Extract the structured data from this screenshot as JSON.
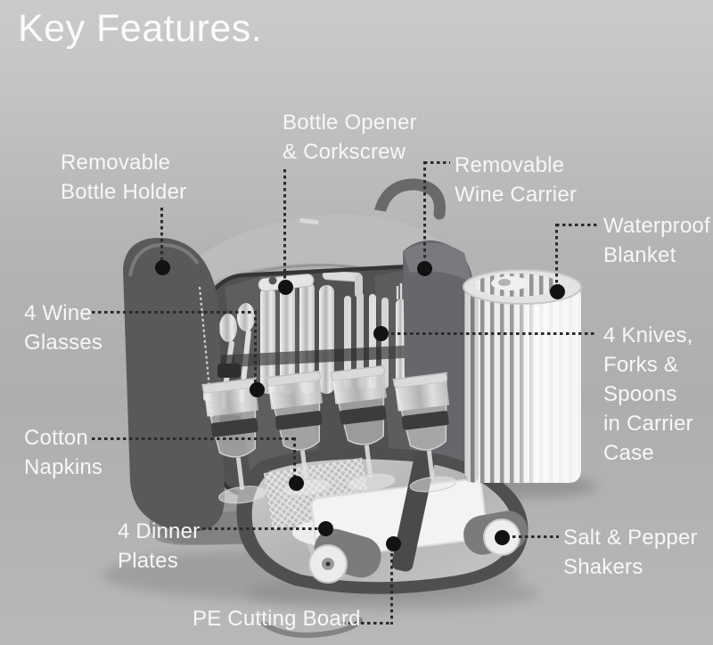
{
  "title": "Key Features.",
  "style": {
    "background_top": "#cacccb",
    "background_middle": "#adafae",
    "background_bottom": "#b7b8b7",
    "label_text_color": "#f7f7f7",
    "connector_color": "#2b2b2b",
    "dot_color": "#121212",
    "bag_body_gray": "#a9a9a9",
    "bag_pocket_dark_gray": "#59595b",
    "flap_silver": "#bfbfbf",
    "blanket_stripe_gray": "#8b8b8b",
    "blanket_white": "#ececec"
  },
  "features": [
    {
      "id": "removable-bottle-holder",
      "lines": [
        "Removable",
        "Bottle Holder"
      ]
    },
    {
      "id": "bottle-opener-corkscrew",
      "lines": [
        "Bottle Opener",
        "& Corkscrew"
      ]
    },
    {
      "id": "removable-wine-carrier",
      "lines": [
        "Removable",
        "Wine Carrier"
      ]
    },
    {
      "id": "waterproof-blanket",
      "lines": [
        "Waterproof",
        "Blanket"
      ]
    },
    {
      "id": "four-wine-glasses",
      "lines": [
        "4 Wine",
        "Glasses"
      ]
    },
    {
      "id": "knives-forks-spoons-carrier-case",
      "lines": [
        "4 Knives,",
        "Forks &",
        "Spoons",
        "in Carrier",
        "Case"
      ]
    },
    {
      "id": "cotton-napkins",
      "lines": [
        "Cotton",
        "Napkins"
      ]
    },
    {
      "id": "four-dinner-plates",
      "lines": [
        "4 Dinner",
        "Plates"
      ]
    },
    {
      "id": "salt-pepper-shakers",
      "lines": [
        "Salt & Pepper",
        "Shakers"
      ]
    },
    {
      "id": "pe-cutting-board",
      "lines": [
        "PE Cutting Board"
      ]
    }
  ],
  "illustration_items": [
    "picnic-backpack",
    "bottle-holder-side-pocket",
    "wine-carrier-side-pocket",
    "cutlery-set",
    "wine-glasses",
    "open-front-flap",
    "cutting-board",
    "salt-pepper-shakers",
    "striped-blanket-roll"
  ]
}
